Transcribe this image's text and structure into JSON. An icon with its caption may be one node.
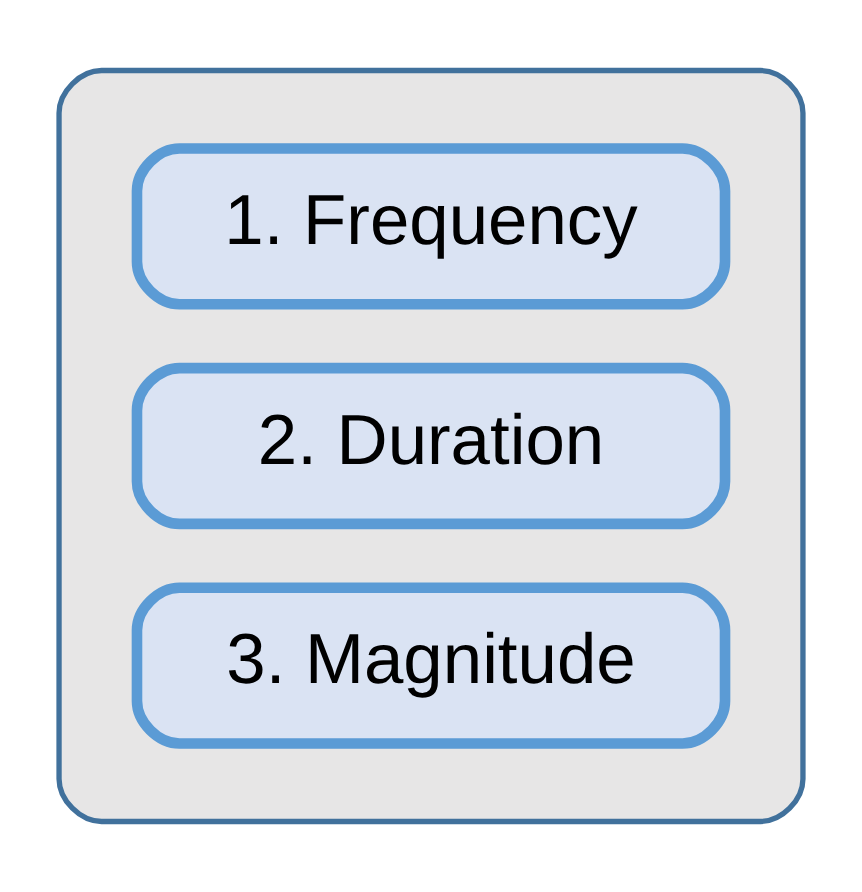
{
  "diagram": {
    "nodes": [
      {
        "text": [],
        "shape": "box"
      },
      {
        "text": [
          "1. Frequency"
        ],
        "in": 0
      },
      {
        "text": [
          "2. Duration"
        ],
        "in": 0
      },
      {
        "text": [
          "3. Magnitude"
        ],
        "in": 0
      }
    ]
  }
}
